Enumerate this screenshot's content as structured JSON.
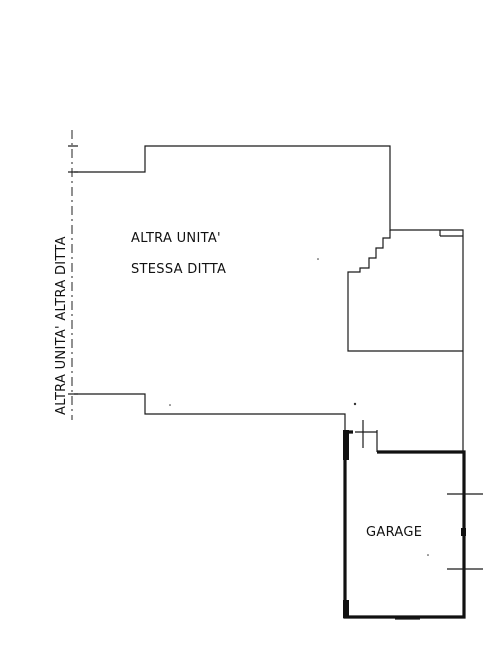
{
  "labels": {
    "main_unit_line1": "ALTRA UNITA'",
    "main_unit_line2": "STESSA DITTA",
    "side_unit": "ALTRA UNITA' ALTRA DITTA",
    "garage": "GARAGE"
  },
  "colors": {
    "line": "#1a1a1a",
    "background": "#ffffff"
  }
}
